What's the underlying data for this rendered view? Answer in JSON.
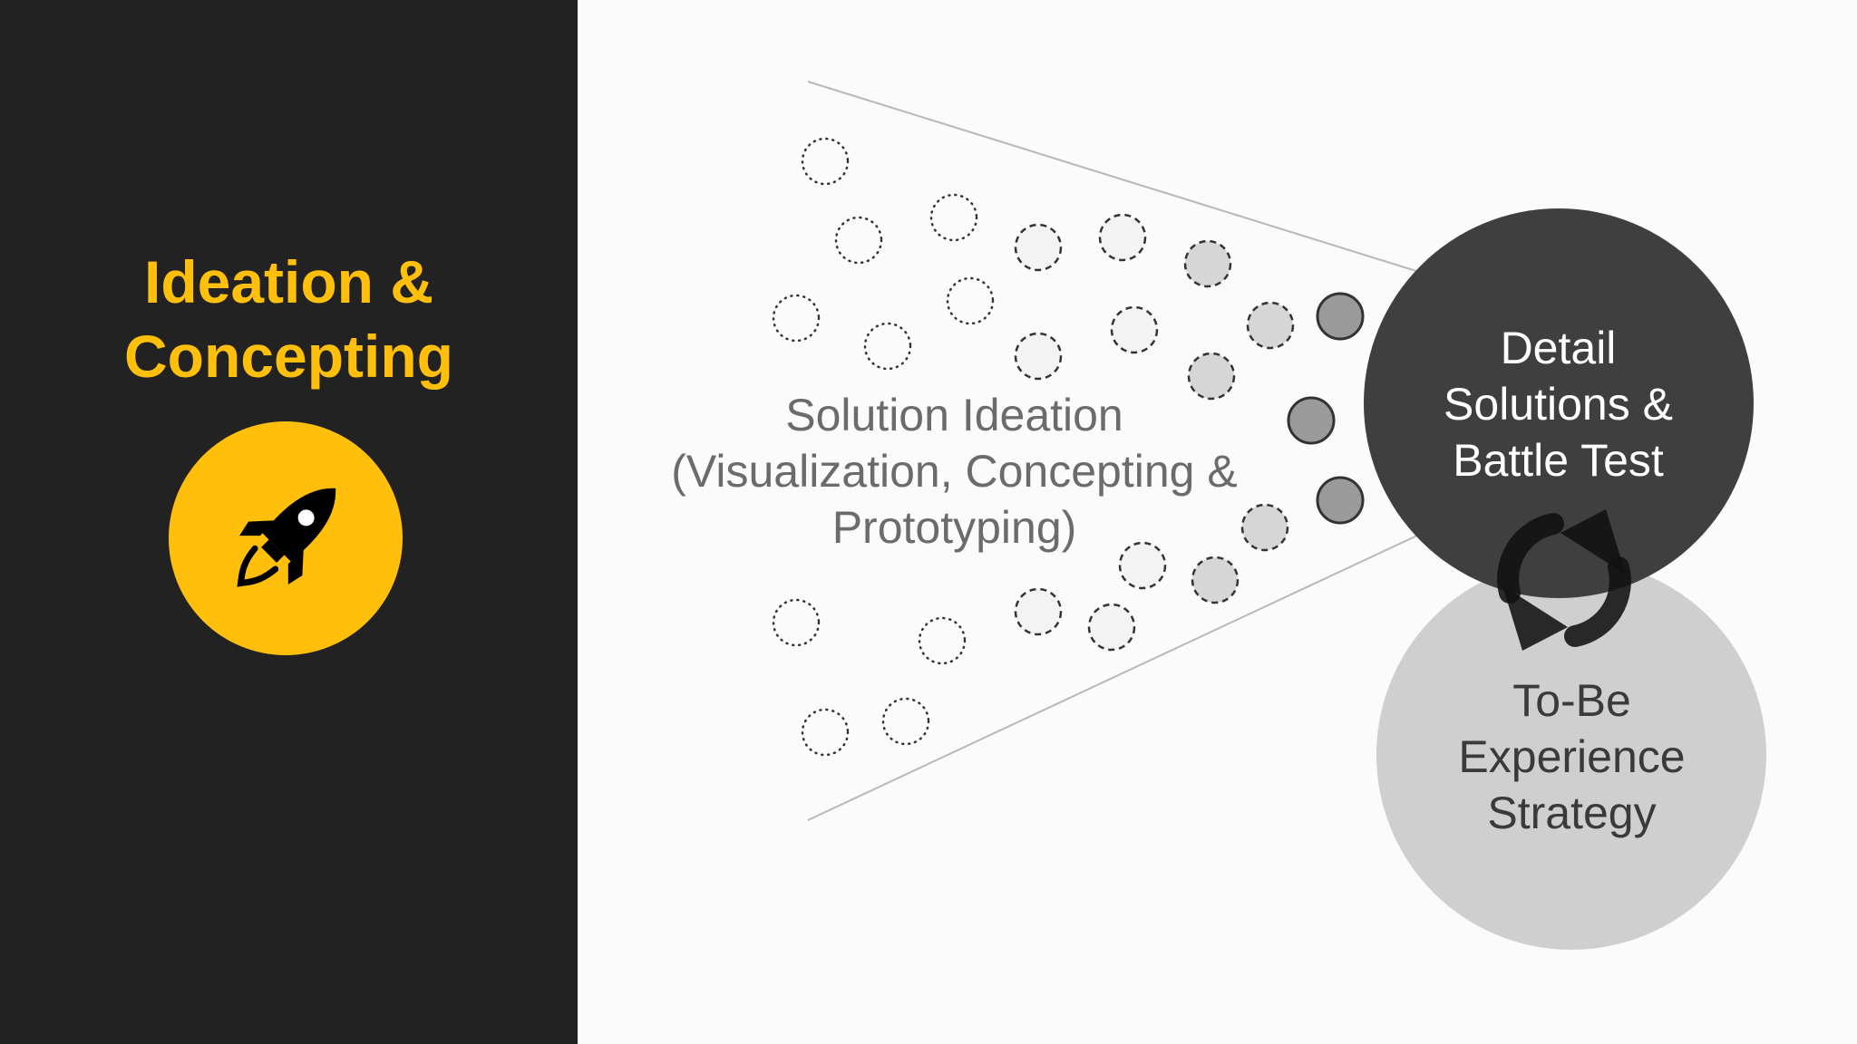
{
  "phase": {
    "title": "Ideation &\nConcepting",
    "icon": "rocket-icon",
    "accent_color": "#ffbf0b",
    "panel_color": "#222222"
  },
  "funnel": {
    "label": "Solution Ideation\n(Visualization, Concepting &\nPrototyping)"
  },
  "circles": {
    "detail": {
      "label": "Detail\nSolutions &\nBattle Test",
      "color": "#3f3f3f"
    },
    "to_be": {
      "label": "To-Be\nExperience\nStrategy",
      "color": "#cfcfcf"
    }
  },
  "cycle_icon": "refresh-cycle-icon"
}
